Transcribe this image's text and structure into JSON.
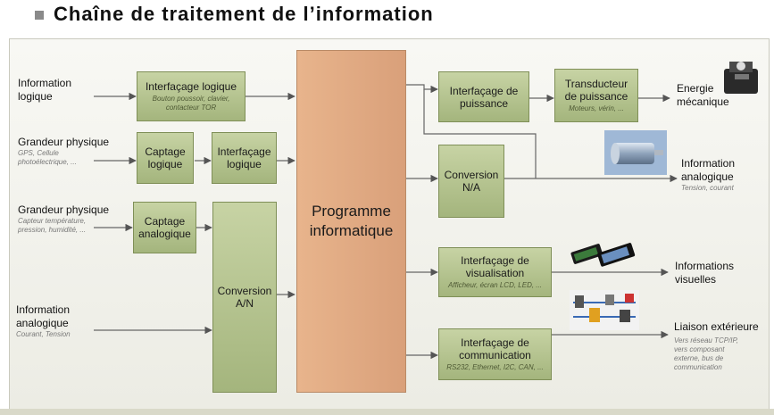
{
  "title": "Chaîne de traitement de l’information",
  "inputs": {
    "info_logique": "Information\nlogique",
    "grandeur_physique_1": "Grandeur physique",
    "grandeur_physique_1_note": "GPS, Cellule photoélectrique, ...",
    "grandeur_physique_2": "Grandeur physique",
    "grandeur_physique_2_note": "Capteur température, pression, humidité, ...",
    "info_analogique": "Information\nanalogique",
    "info_analogique_note": "Courant, Tension"
  },
  "blocks": {
    "interfacage_logique_1": "Interfaçage logique",
    "interfacage_logique_1_note": "Bouton poussoir, clavier, contacteur TOR",
    "captage_logique": "Captage\nlogique",
    "interfacage_logique_2": "Interfaçage\nlogique",
    "captage_analogique": "Captage\nanalogique",
    "conversion_an": "Conversion\nA/N",
    "programme": "Programme\ninformatique",
    "interfacage_puissance": "Interfaçage de\npuissance",
    "transducteur": "Transducteur\nde puissance",
    "transducteur_note": "Moteurs, vérin, ...",
    "conversion_na": "Conversion\nN/A",
    "interfacage_visu": "Interfaçage de\nvisualisation",
    "interfacage_visu_note": "Afficheur, écran LCD, LED, ...",
    "interfacage_com": "Interfaçage de\ncommunication",
    "interfacage_com_note": "RS232, Ethernet, I2C, CAN, ..."
  },
  "outputs": {
    "energie": "Energie\nmécanique",
    "info_analogique_out": "Information\nanalogique",
    "info_analogique_out_note": "Tension, courant",
    "info_visuelles": "Informations\nvisuelles",
    "liaison": "Liaison extérieure",
    "liaison_note": "Vers réseau TCP/IP, vers composant externe, bus de communication"
  }
}
